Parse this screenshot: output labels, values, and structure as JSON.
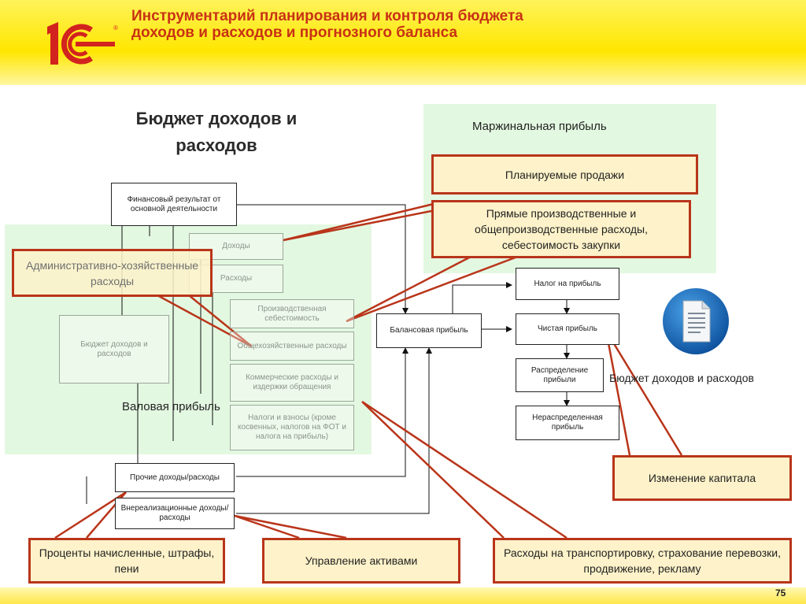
{
  "header": {
    "title": "Инструментарий планирования и контроля бюджета доходов и расходов и прогнозного баланса",
    "logo_text": "1С"
  },
  "main": {
    "title": "Бюджет доходов и расходов",
    "margin_profit_label": "Маржинальная прибыль",
    "gross_profit_label": "Валовая прибыль",
    "doc_caption": "Бюджет доходов и расходов"
  },
  "boxes": {
    "fin_result": "Финансовый результат от основной деятельности",
    "income": "Доходы",
    "expenses": "Расходы",
    "prod_cost": "Производственная себестоимость",
    "overhead": "Общехозяйственные расходы",
    "commercial": "Коммерческие расходы и издержки обращения",
    "taxes": "Налоги и взносы (кроме косвенных, налогов на ФОТ и налога на прибыль)",
    "budget": "Бюджет доходов и расходов",
    "balance_profit": "Балансовая прибыль",
    "profit_tax": "Налог на прибыль",
    "net_profit": "Чистая прибыль",
    "distribution": "Распределение прибыли",
    "retained": "Нераспределенная прибыль",
    "other": "Прочие доходы/расходы",
    "non_operating": "Внереализационные доходы/расходы"
  },
  "callouts": {
    "planned_sales": "Планируемые продажи",
    "direct_costs": "Прямые производственные и общепроизводственные расходы, себестоимость закупки",
    "admin": "Административно-хозяйственные расходы",
    "capital": "Изменение капитала",
    "interest": "Проценты начисленные, штрафы, пени",
    "assets": "Управление активами",
    "transport": "Расходы на транспортировку, страхование перевозки, продвижение, рекламу"
  },
  "page_number": "75",
  "colors": {
    "header_yellow": "#ffe600",
    "title_red": "#c83214",
    "callout_border": "#b9351a",
    "callout_fill": "#fdf2c9",
    "zone_green": "#e3f8e1"
  }
}
